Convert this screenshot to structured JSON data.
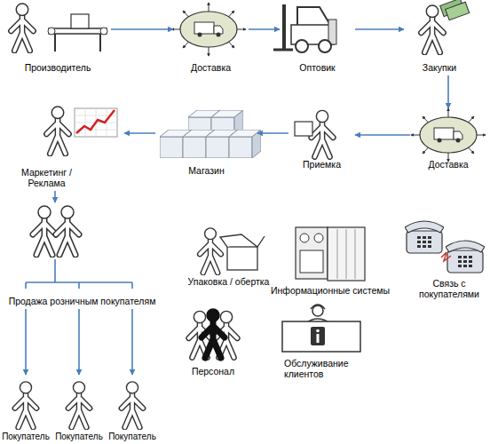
{
  "diagram": {
    "nodes": [
      {
        "text": [
          "Производитель"
        ]
      },
      {
        "text": [
          "Доставка"
        ]
      },
      {
        "text": [
          "Оптовик"
        ]
      },
      {
        "text": [
          "Закупки"
        ]
      },
      {
        "text": [
          "Доставка"
        ]
      },
      {
        "text": [
          "Приемка"
        ]
      },
      {
        "text": [
          "Магазин"
        ]
      },
      {
        "text": [
          "Маркетинг / Реклама"
        ]
      },
      {
        "text": [
          "Продажа розничным покупателям"
        ]
      },
      {
        "text": [
          "Покупатель"
        ]
      },
      {
        "text": [
          "Покупатель"
        ]
      },
      {
        "text": [
          "Покупатель"
        ]
      },
      {
        "text": [
          "Упаковка / обертка"
        ]
      },
      {
        "text": [
          "Информационные системы"
        ]
      },
      {
        "text": [
          "Связь с покупателями"
        ]
      },
      {
        "text": [
          "Персонал"
        ]
      },
      {
        "text": [
          "Обслуживание клиентов"
        ]
      }
    ],
    "edges": [
      {
        "from": 0,
        "to": 1,
        "arrow": "to"
      },
      {
        "from": 1,
        "to": 2,
        "arrow": "to"
      },
      {
        "from": 2,
        "to": 3,
        "arrow": "to"
      },
      {
        "from": 3,
        "to": 4,
        "arrow": "to"
      },
      {
        "from": 4,
        "to": 5,
        "arrow": "to"
      },
      {
        "from": 5,
        "to": 6,
        "arrow": "to"
      },
      {
        "from": 6,
        "to": 7,
        "arrow": "to"
      },
      {
        "from": 7,
        "to": 8,
        "arrow": "to"
      },
      {
        "from": 8,
        "to": 9,
        "arrow": "to"
      },
      {
        "from": 8,
        "to": 10,
        "arrow": "to"
      },
      {
        "from": 8,
        "to": 11,
        "arrow": "to"
      }
    ]
  }
}
